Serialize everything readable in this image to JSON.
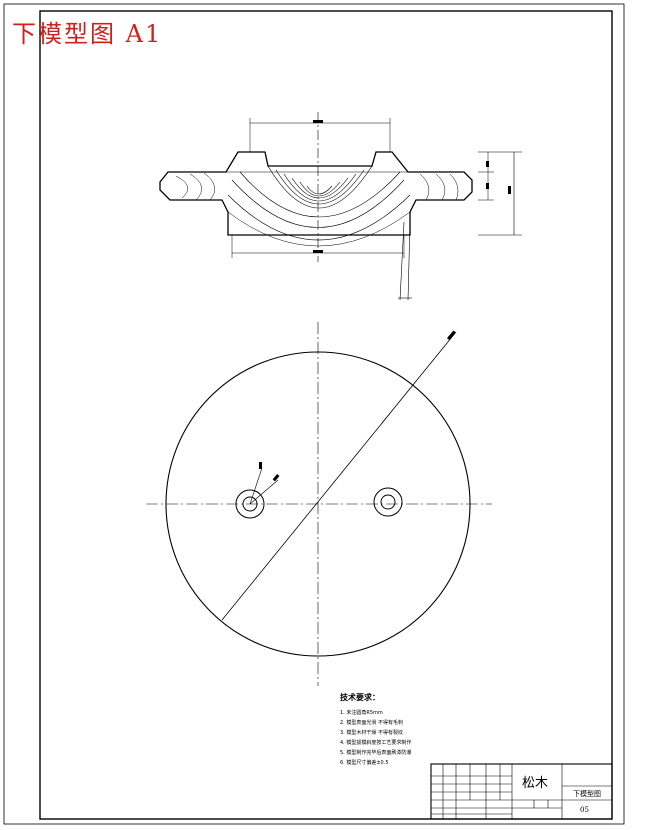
{
  "title": "下模型图 A1",
  "notes": {
    "heading": "技术要求：",
    "lines": [
      "1. 未注圆角R5mm",
      "2. 模型表面光滑 不得有毛刺",
      "3. 模型木材干燥 不得有裂纹",
      "4. 模型拔模斜度按工艺要求制作",
      "5. 模型制作完毕后表面刷漆防潮",
      "6. 模型尺寸偏差±0.5"
    ]
  },
  "title_block": {
    "material": "松木",
    "drawing_name": "下模型图",
    "drawing_number": "05"
  }
}
